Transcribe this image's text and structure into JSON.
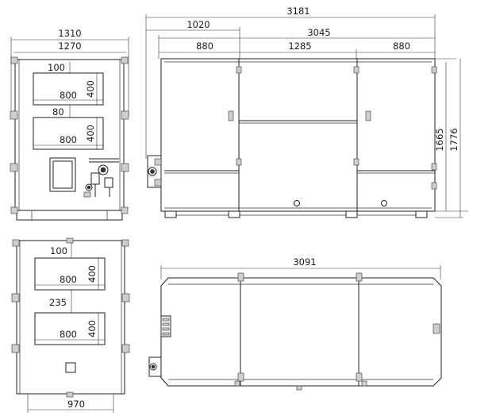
{
  "dimensions": {
    "top_left": {
      "width_outer": "1310",
      "width_inner": "1270",
      "offset_upper": "100",
      "opening_upper_width": "800",
      "opening_upper_height": "400",
      "gap_between": "80",
      "opening_lower_width": "800",
      "opening_lower_height": "400"
    },
    "top_right": {
      "total_length": "3181",
      "connection_offset": "1020",
      "casing_length": "3045",
      "section_left": "880",
      "section_middle": "1285",
      "section_right": "880",
      "height_casing": "1665",
      "height_total": "1776"
    },
    "bottom_left": {
      "offset_upper": "100",
      "opening_upper_width": "800",
      "opening_upper_height": "400",
      "gap_between": "235",
      "opening_lower_width": "800",
      "opening_lower_height": "400",
      "base_width": "970"
    },
    "bottom_right": {
      "length": "3091"
    }
  }
}
